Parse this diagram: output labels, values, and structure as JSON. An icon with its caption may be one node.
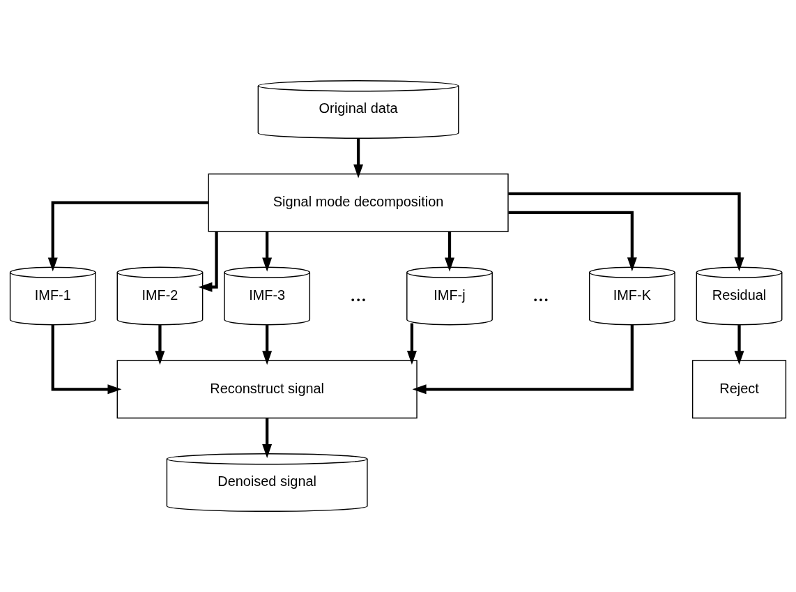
{
  "diagram": {
    "nodes": [
      {
        "text": [
          "Original data"
        ]
      },
      {
        "text": [
          "Signal mode decomposition"
        ]
      },
      {
        "text": [
          "IMF-1"
        ]
      },
      {
        "text": [
          "IMF-2"
        ]
      },
      {
        "text": [
          "IMF-3"
        ]
      },
      {
        "text": [
          "IMF-j"
        ]
      },
      {
        "text": [
          "IMF-K"
        ]
      },
      {
        "text": [
          "Residual"
        ]
      },
      {
        "text": [
          "Reconstruct signal"
        ]
      },
      {
        "text": [
          "Reject"
        ]
      },
      {
        "text": [
          "Denoised signal"
        ]
      }
    ],
    "edges": [
      {
        "from": 0,
        "to": 1,
        "arrow": "to"
      },
      {
        "from": 1,
        "to": 2,
        "arrow": "to"
      },
      {
        "from": 1,
        "to": 3,
        "arrow": "to"
      },
      {
        "from": 1,
        "to": 4,
        "arrow": "to"
      },
      {
        "from": 1,
        "to": 5,
        "arrow": "to"
      },
      {
        "from": 1,
        "to": 6,
        "arrow": "to"
      },
      {
        "from": 1,
        "to": 7,
        "arrow": "to"
      },
      {
        "from": 2,
        "to": 8,
        "arrow": "to"
      },
      {
        "from": 3,
        "to": 8,
        "arrow": "to"
      },
      {
        "from": 4,
        "to": 8,
        "arrow": "to"
      },
      {
        "from": 5,
        "to": 8,
        "arrow": "to"
      },
      {
        "from": 6,
        "to": 8,
        "arrow": "to"
      },
      {
        "from": 7,
        "to": 9,
        "arrow": "to"
      },
      {
        "from": 8,
        "to": 10,
        "arrow": "to"
      }
    ],
    "labels": [
      "...",
      "..."
    ]
  }
}
